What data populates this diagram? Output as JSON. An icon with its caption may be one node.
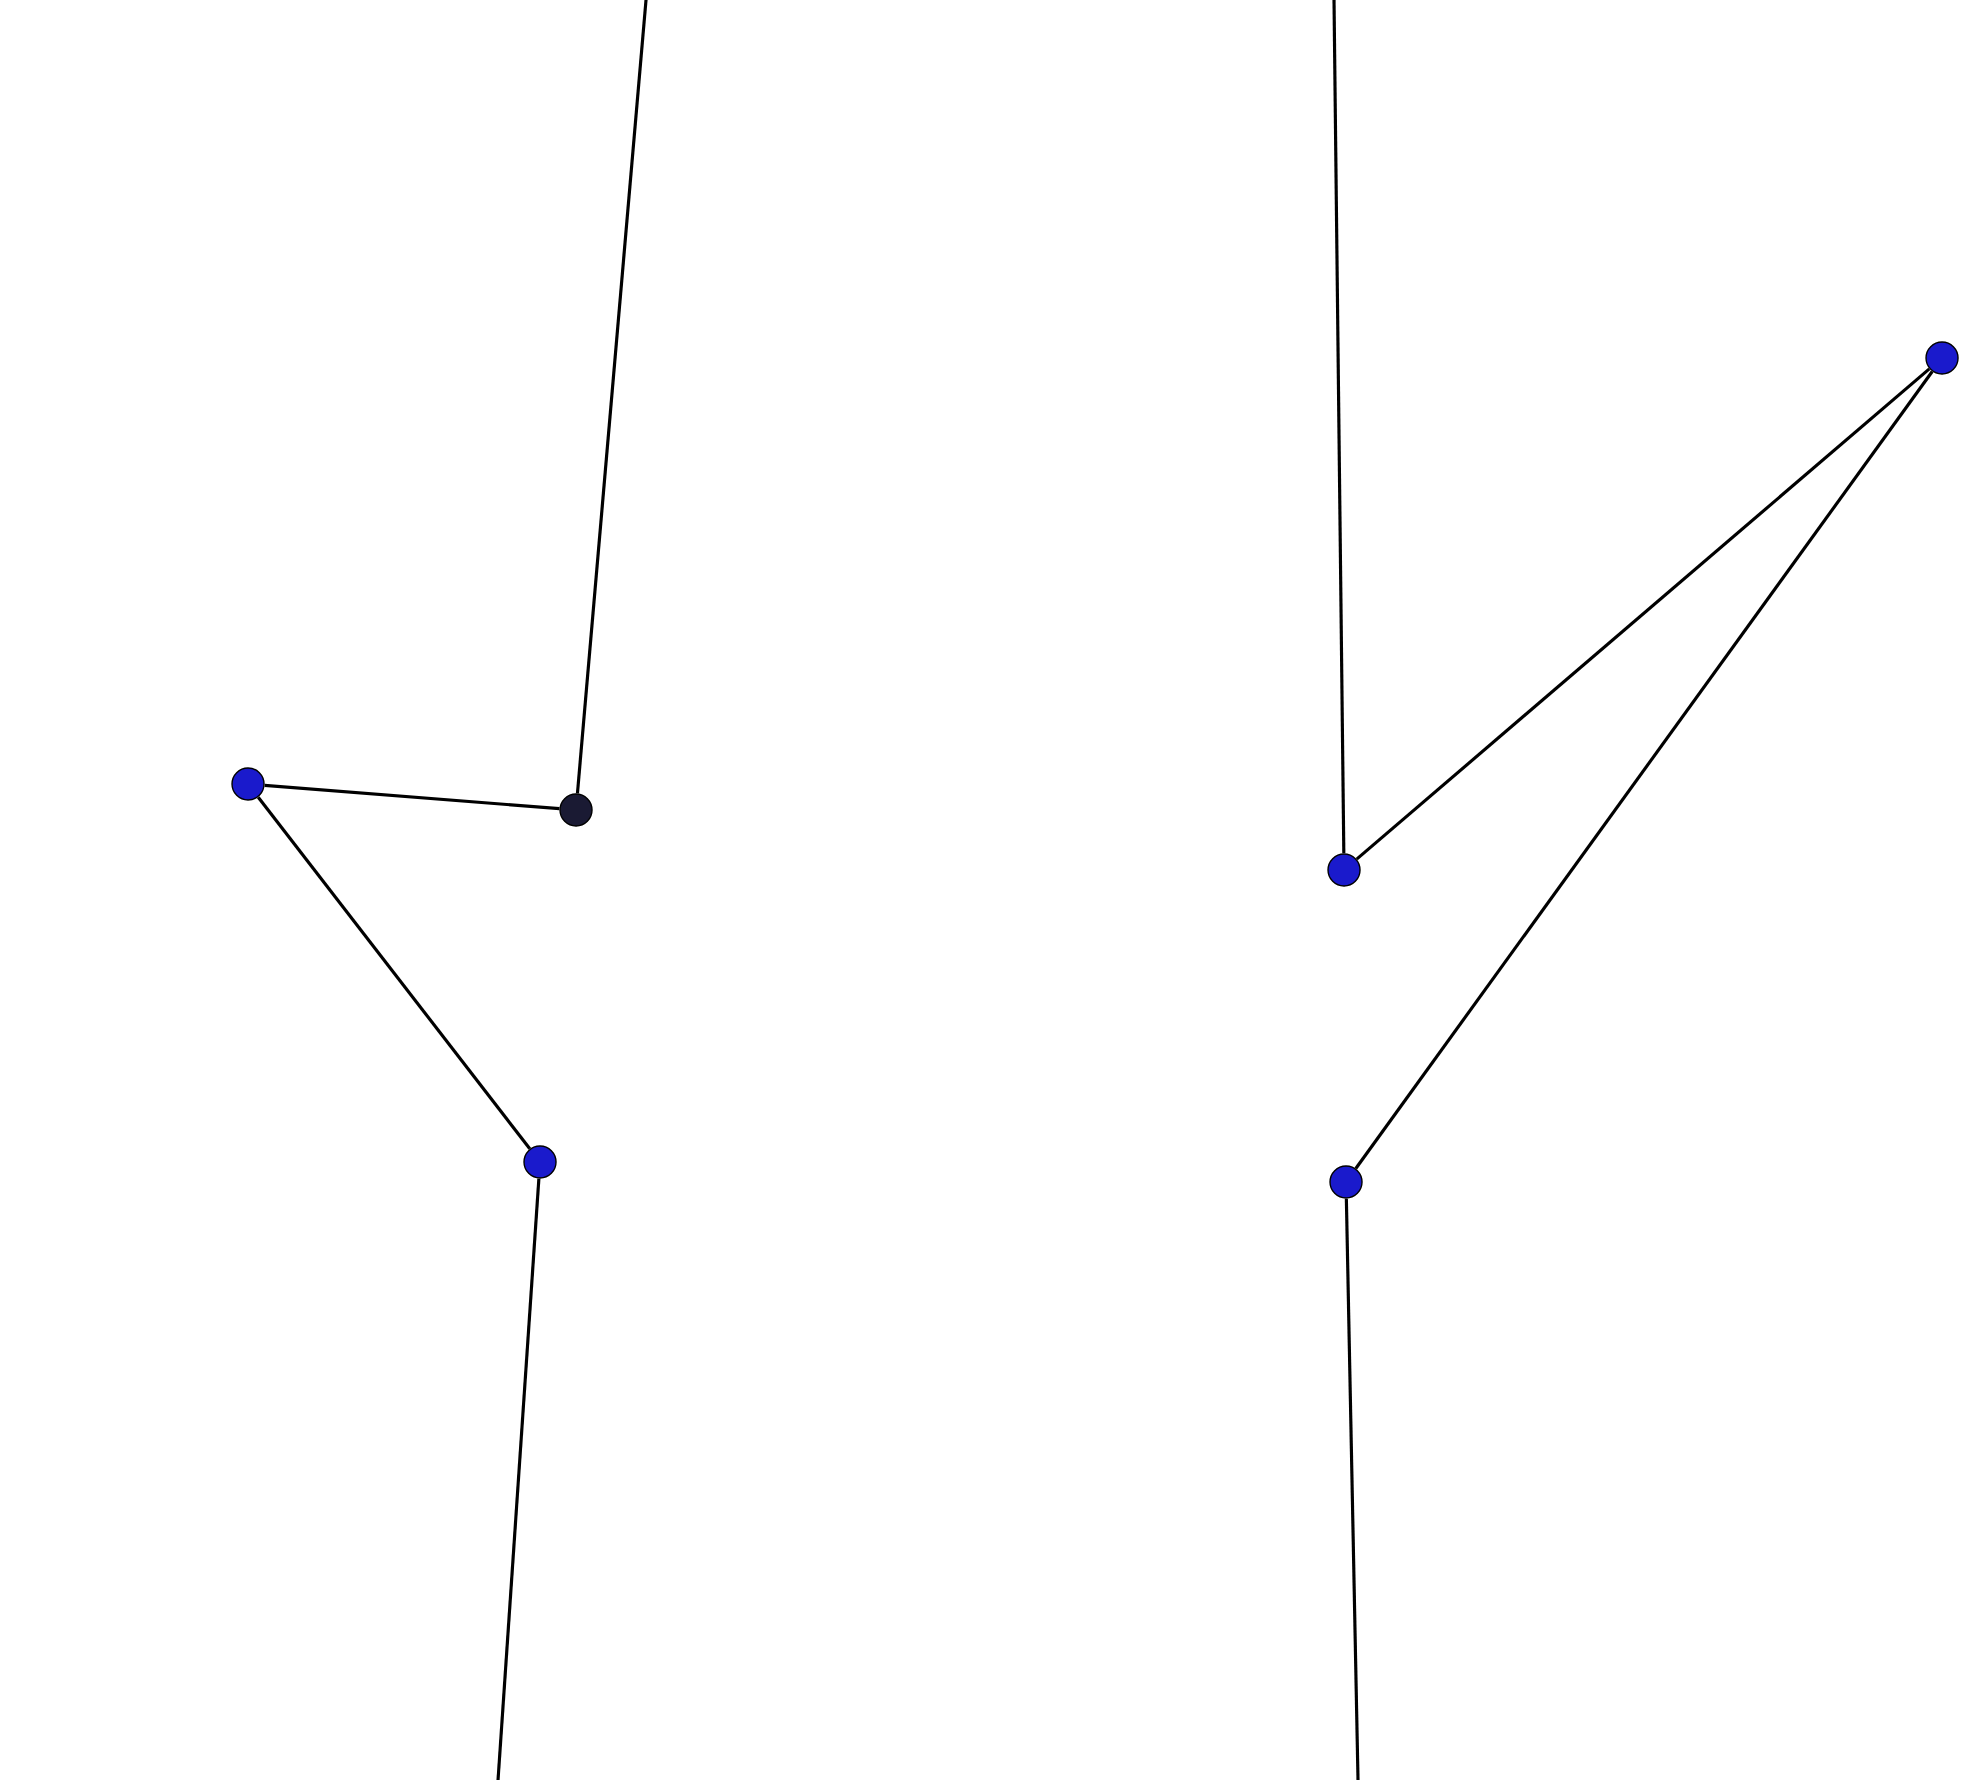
{
  "diagram": {
    "nodes": [
      {
        "text": [],
        "shape": "circle"
      },
      {
        "text": [],
        "shape": "circle"
      },
      {
        "text": [],
        "shape": "circle"
      },
      {
        "text": [],
        "shape": "circle"
      },
      {
        "text": [],
        "shape": "circle"
      },
      {
        "text": [],
        "shape": "circle"
      }
    ],
    "edges": [
      {
        "from": null,
        "to": 1,
        "arrow": "none"
      },
      {
        "from": 0,
        "to": 1,
        "arrow": "none"
      },
      {
        "from": 0,
        "to": 2,
        "arrow": "none"
      },
      {
        "from": 2,
        "to": null,
        "arrow": "none"
      },
      {
        "from": null,
        "to": 3,
        "arrow": "none"
      },
      {
        "from": 3,
        "to": 4,
        "arrow": "none"
      },
      {
        "from": 4,
        "to": 5,
        "arrow": "none"
      },
      {
        "from": 5,
        "to": null,
        "arrow": "none"
      }
    ]
  }
}
